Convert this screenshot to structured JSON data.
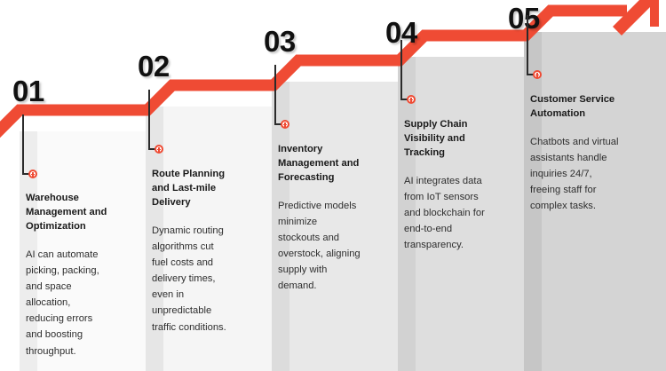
{
  "theme": {
    "accent": "#EF4B34",
    "number_color": "#111111",
    "title_color": "#1a1a1a",
    "body_color": "#2e2e2e",
    "connector_color": "#2b2b2b",
    "background": "#ffffff"
  },
  "arrow": {
    "name": "ascending-stair-arrow",
    "direction": "up-right",
    "segments": 5,
    "has_arrowhead": true
  },
  "steps": [
    {
      "number": "01",
      "title": "Warehouse\nManagement and\nOptimization",
      "body": "AI can automate\npicking, packing,\nand space\nallocation,\nreducing errors\nand boosting\nthroughput.",
      "panel_color": "#FAFAFA",
      "panel_shadow_color": "#EDEDED"
    },
    {
      "number": "02",
      "title": "Route Planning\nand Last-mile\nDelivery",
      "body": "Dynamic routing\nalgorithms cut\nfuel costs and\ndelivery times,\neven in\nunpredictable\ntraffic conditions.",
      "panel_color": "#F5F5F5",
      "panel_shadow_color": "#E6E6E6"
    },
    {
      "number": "03",
      "title": "Inventory\nManagement and\nForecasting",
      "body": "Predictive models\nminimize\nstockouts and\noverstock, aligning\nsupply with\ndemand.",
      "panel_color": "#E8E8E8",
      "panel_shadow_color": "#DCDCDC"
    },
    {
      "number": "04",
      "title": "Supply Chain\nVisibility and\nTracking",
      "body": "AI integrates data\nfrom IoT sensors\nand blockchain for\nend-to-end\ntransparency.",
      "panel_color": "#DEDEDE",
      "panel_shadow_color": "#D2D2D2"
    },
    {
      "number": "05",
      "title": "Customer Service\nAutomation",
      "body": "Chatbots and virtual\nassistants handle\ninquiries 24/7,\nfreeing staff for\ncomplex tasks.",
      "panel_color": "#D4D4D4",
      "panel_shadow_color": "#C6C6C6"
    }
  ]
}
